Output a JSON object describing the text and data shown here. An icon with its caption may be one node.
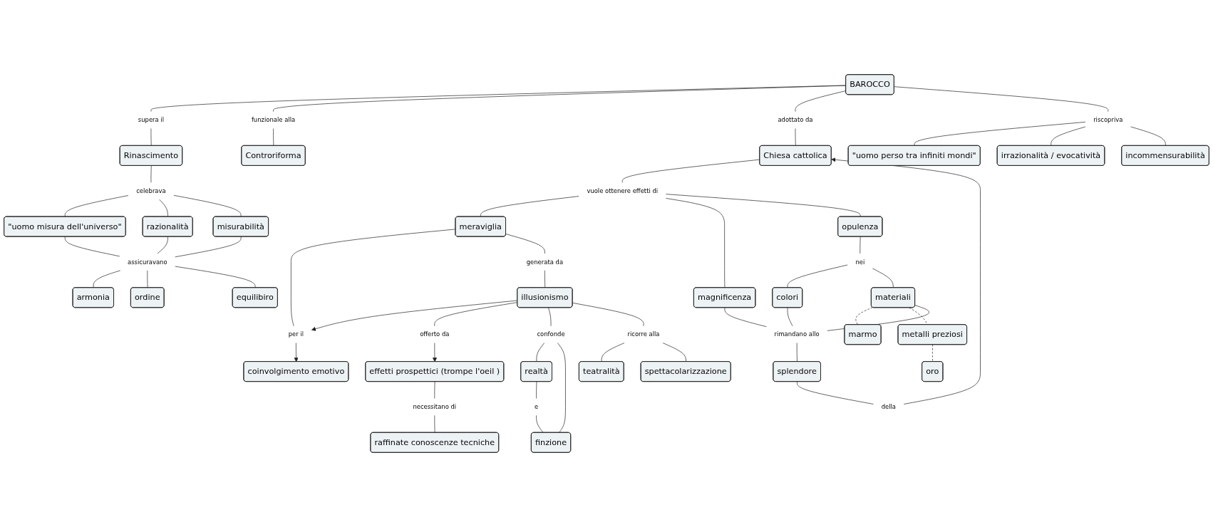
{
  "diagram": {
    "nodes": [
      {
        "text": [
          "BAROCCO"
        ]
      },
      {
        "text": [
          "supera il"
        ]
      },
      {
        "text": [
          "Rinascimento"
        ]
      },
      {
        "text": [
          "celebrava"
        ]
      },
      {
        "text": [
          "\"uomo misura dell'universo\""
        ]
      },
      {
        "text": [
          "razionalità"
        ]
      },
      {
        "text": [
          "misurabilità"
        ]
      },
      {
        "text": [
          "assicuravano"
        ]
      },
      {
        "text": [
          "armonia"
        ]
      },
      {
        "text": [
          "ordine"
        ]
      },
      {
        "text": [
          "equilibiro"
        ]
      },
      {
        "text": [
          "funzionale alla"
        ]
      },
      {
        "text": [
          "adottato da"
        ]
      },
      {
        "text": [
          "Controriforma"
        ]
      },
      {
        "text": [
          "Chiesa cattolica"
        ]
      },
      {
        "text": [
          "riscopriva"
        ]
      },
      {
        "text": [
          "vuole ottenere effetti di"
        ]
      },
      {
        "text": [
          "\"uomo perso tra infiniti mondi\""
        ]
      },
      {
        "text": [
          "irrazionalità / evocatività"
        ]
      },
      {
        "text": [
          "incommensurabilità"
        ]
      },
      {
        "text": [
          "coinvolgimento emotivo"
        ]
      },
      {
        "text": [
          "per il"
        ]
      },
      {
        "text": [
          "meraviglia"
        ]
      },
      {
        "text": [
          "magnificenza"
        ]
      },
      {
        "text": [
          "opulenza"
        ]
      },
      {
        "text": [
          "generata da"
        ]
      },
      {
        "text": [
          "della"
        ]
      },
      {
        "text": [
          "effetti prospettici (trompe l'oeil )"
        ]
      },
      {
        "text": [
          "offerto da"
        ]
      },
      {
        "text": [
          "illusionismo"
        ]
      },
      {
        "text": [
          "nei"
        ]
      },
      {
        "text": [
          "colori"
        ]
      },
      {
        "text": [
          "materiali"
        ]
      },
      {
        "text": [
          "necessitano di"
        ]
      },
      {
        "text": [
          "confonde"
        ]
      },
      {
        "text": [
          "marmo"
        ]
      },
      {
        "text": [
          "metalli preziosi"
        ]
      },
      {
        "text": [
          "rimandano allo"
        ]
      },
      {
        "text": [
          "realtà"
        ]
      },
      {
        "text": [
          "e"
        ]
      },
      {
        "text": [
          "finzione"
        ]
      },
      {
        "text": [
          "ricorre alla"
        ]
      },
      {
        "text": [
          "raffinate conoscenze tecniche"
        ]
      },
      {
        "text": [
          "oro"
        ]
      },
      {
        "text": [
          "splendore"
        ]
      },
      {
        "text": [
          "teatralità"
        ]
      },
      {
        "text": [
          "spettacolarizzazione"
        ]
      }
    ],
    "edges": [
      {
        "from": 0,
        "to": 1,
        "arrow": "none"
      },
      {
        "from": 1,
        "to": 2,
        "arrow": "none"
      },
      {
        "from": 2,
        "to": 3,
        "arrow": "none"
      },
      {
        "from": 3,
        "to": 4,
        "arrow": "none"
      },
      {
        "from": 3,
        "to": 5,
        "arrow": "none"
      },
      {
        "from": 3,
        "to": 6,
        "arrow": "none"
      },
      {
        "from": 4,
        "to": 7,
        "arrow": "none"
      },
      {
        "from": 5,
        "to": 7,
        "arrow": "none"
      },
      {
        "from": 6,
        "to": 7,
        "arrow": "none"
      },
      {
        "from": 7,
        "to": 8,
        "arrow": "none"
      },
      {
        "from": 7,
        "to": 9,
        "arrow": "none"
      },
      {
        "from": 7,
        "to": 10,
        "arrow": "none"
      },
      {
        "from": 0,
        "to": 11,
        "arrow": "none"
      },
      {
        "from": 11,
        "to": 13,
        "arrow": "none"
      },
      {
        "from": 0,
        "to": 12,
        "arrow": "none"
      },
      {
        "from": 12,
        "to": 14,
        "arrow": "none"
      },
      {
        "from": 0,
        "to": 15,
        "arrow": "none"
      },
      {
        "from": 15,
        "to": 17,
        "arrow": "none"
      },
      {
        "from": 15,
        "to": 18,
        "arrow": "none"
      },
      {
        "from": 15,
        "to": 19,
        "arrow": "none"
      },
      {
        "from": 14,
        "to": 16,
        "arrow": "none"
      },
      {
        "from": 16,
        "to": 22,
        "arrow": "none"
      },
      {
        "from": 16,
        "to": 23,
        "arrow": "none"
      },
      {
        "from": 16,
        "to": 24,
        "arrow": "none"
      },
      {
        "from": 22,
        "to": 21,
        "arrow": "none"
      },
      {
        "from": 21,
        "to": 20,
        "arrow": "to"
      },
      {
        "from": 29,
        "to": 21,
        "arrow": "to"
      },
      {
        "from": 22,
        "to": 25,
        "arrow": "none"
      },
      {
        "from": 25,
        "to": 29,
        "arrow": "none"
      },
      {
        "from": 29,
        "to": 28,
        "arrow": "none"
      },
      {
        "from": 28,
        "to": 27,
        "arrow": "to"
      },
      {
        "from": 27,
        "to": 33,
        "arrow": "none"
      },
      {
        "from": 33,
        "to": 42,
        "arrow": "none"
      },
      {
        "from": 29,
        "to": 34,
        "arrow": "none"
      },
      {
        "from": 34,
        "to": 38,
        "arrow": "none"
      },
      {
        "from": 34,
        "to": 40,
        "arrow": "none"
      },
      {
        "from": 38,
        "to": 39,
        "arrow": "none"
      },
      {
        "from": 39,
        "to": 40,
        "arrow": "none"
      },
      {
        "from": 29,
        "to": 41,
        "arrow": "none"
      },
      {
        "from": 41,
        "to": 45,
        "arrow": "none"
      },
      {
        "from": 41,
        "to": 46,
        "arrow": "none"
      },
      {
        "from": 24,
        "to": 30,
        "arrow": "none"
      },
      {
        "from": 30,
        "to": 31,
        "arrow": "none"
      },
      {
        "from": 30,
        "to": 32,
        "arrow": "none"
      },
      {
        "from": 32,
        "to": 35,
        "arrow": "none",
        "style": "dashed"
      },
      {
        "from": 32,
        "to": 36,
        "arrow": "none",
        "style": "dashed"
      },
      {
        "from": 36,
        "to": 43,
        "arrow": "none",
        "style": "dashed"
      },
      {
        "from": 31,
        "to": 37,
        "arrow": "none"
      },
      {
        "from": 32,
        "to": 37,
        "arrow": "none"
      },
      {
        "from": 23,
        "to": 37,
        "arrow": "none"
      },
      {
        "from": 37,
        "to": 44,
        "arrow": "none"
      },
      {
        "from": 44,
        "to": 26,
        "arrow": "none"
      },
      {
        "from": 26,
        "to": 14,
        "arrow": "to"
      }
    ]
  }
}
